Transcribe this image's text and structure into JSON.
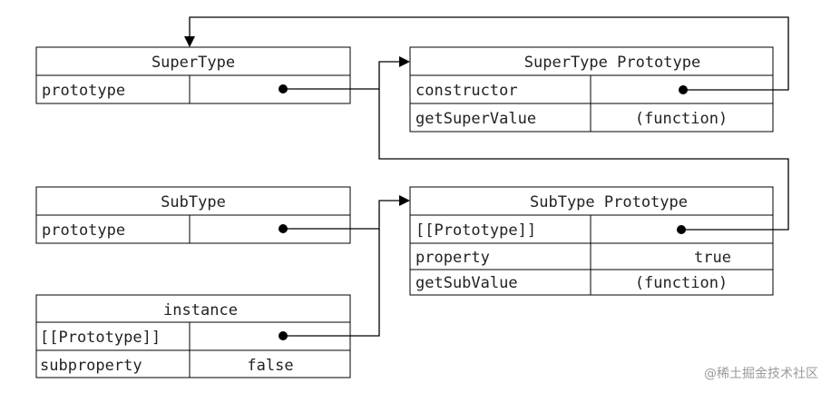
{
  "boxes": {
    "supertype": {
      "title": "SuperType",
      "rows": [
        {
          "key": "prototype",
          "value": "",
          "pointer": true
        }
      ]
    },
    "supertype_proto": {
      "title": "SuperType Prototype",
      "rows": [
        {
          "key": "constructor",
          "value": "",
          "pointer": true
        },
        {
          "key": "getSuperValue",
          "value": "(function)",
          "pointer": false
        }
      ]
    },
    "subtype": {
      "title": "SubType",
      "rows": [
        {
          "key": "prototype",
          "value": "",
          "pointer": true
        }
      ]
    },
    "subtype_proto": {
      "title": "SubType Prototype",
      "rows": [
        {
          "key": "[[Prototype]]",
          "value": "",
          "pointer": true
        },
        {
          "key": "property",
          "value": "true",
          "pointer": false
        },
        {
          "key": "getSubValue",
          "value": "(function)",
          "pointer": false
        }
      ]
    },
    "instance": {
      "title": "instance",
      "rows": [
        {
          "key": "[[Prototype]]",
          "value": "",
          "pointer": true
        },
        {
          "key": "subproperty",
          "value": "false",
          "pointer": false
        }
      ]
    }
  },
  "watermark": "@稀土掘金技术社区"
}
